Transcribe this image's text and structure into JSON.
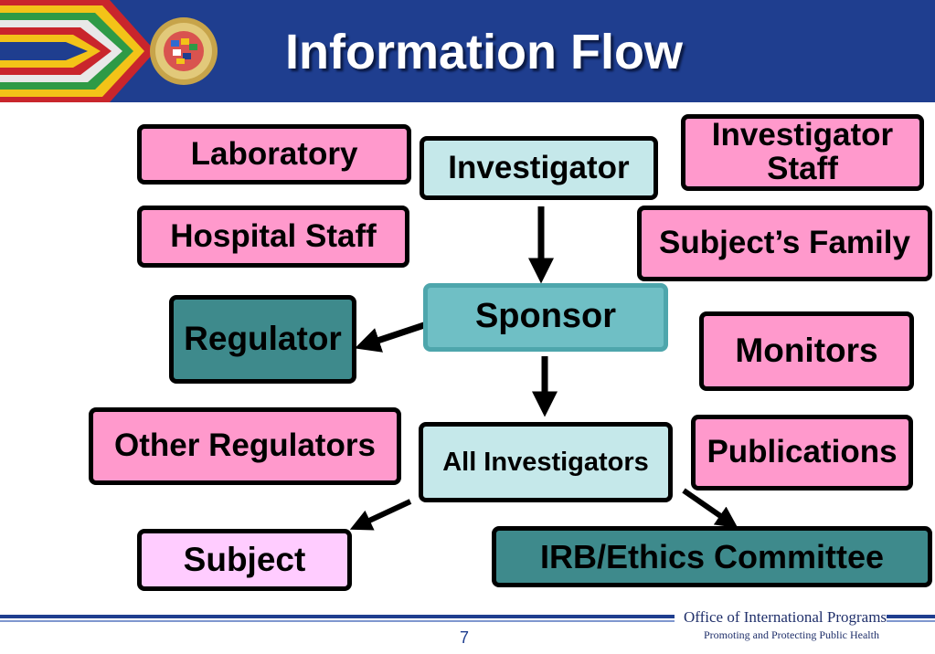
{
  "header": {
    "title": "Information Flow"
  },
  "nodes": {
    "laboratory": "Laboratory",
    "investigator": "Investigator",
    "investigator_staff": "Investigator Staff",
    "hospital_staff": "Hospital Staff",
    "subjects_family": "Subject’s Family",
    "sponsor": "Sponsor",
    "regulator": "Regulator",
    "monitors": "Monitors",
    "other_regulators": "Other Regulators",
    "all_investigators": "All Investigators",
    "publications": "Publications",
    "subject": "Subject",
    "irb": "IRB/Ethics Committee"
  },
  "footer": {
    "office": "Office of International Programs",
    "tagline": "Promoting and Protecting Public Health",
    "page_number": "7"
  },
  "colors": {
    "header_blue": "#1f3e8f",
    "pink": "#ff99cc",
    "light_blue": "#c5e8ea",
    "teal": "#3e8a8c",
    "lavender": "#ffccff"
  }
}
